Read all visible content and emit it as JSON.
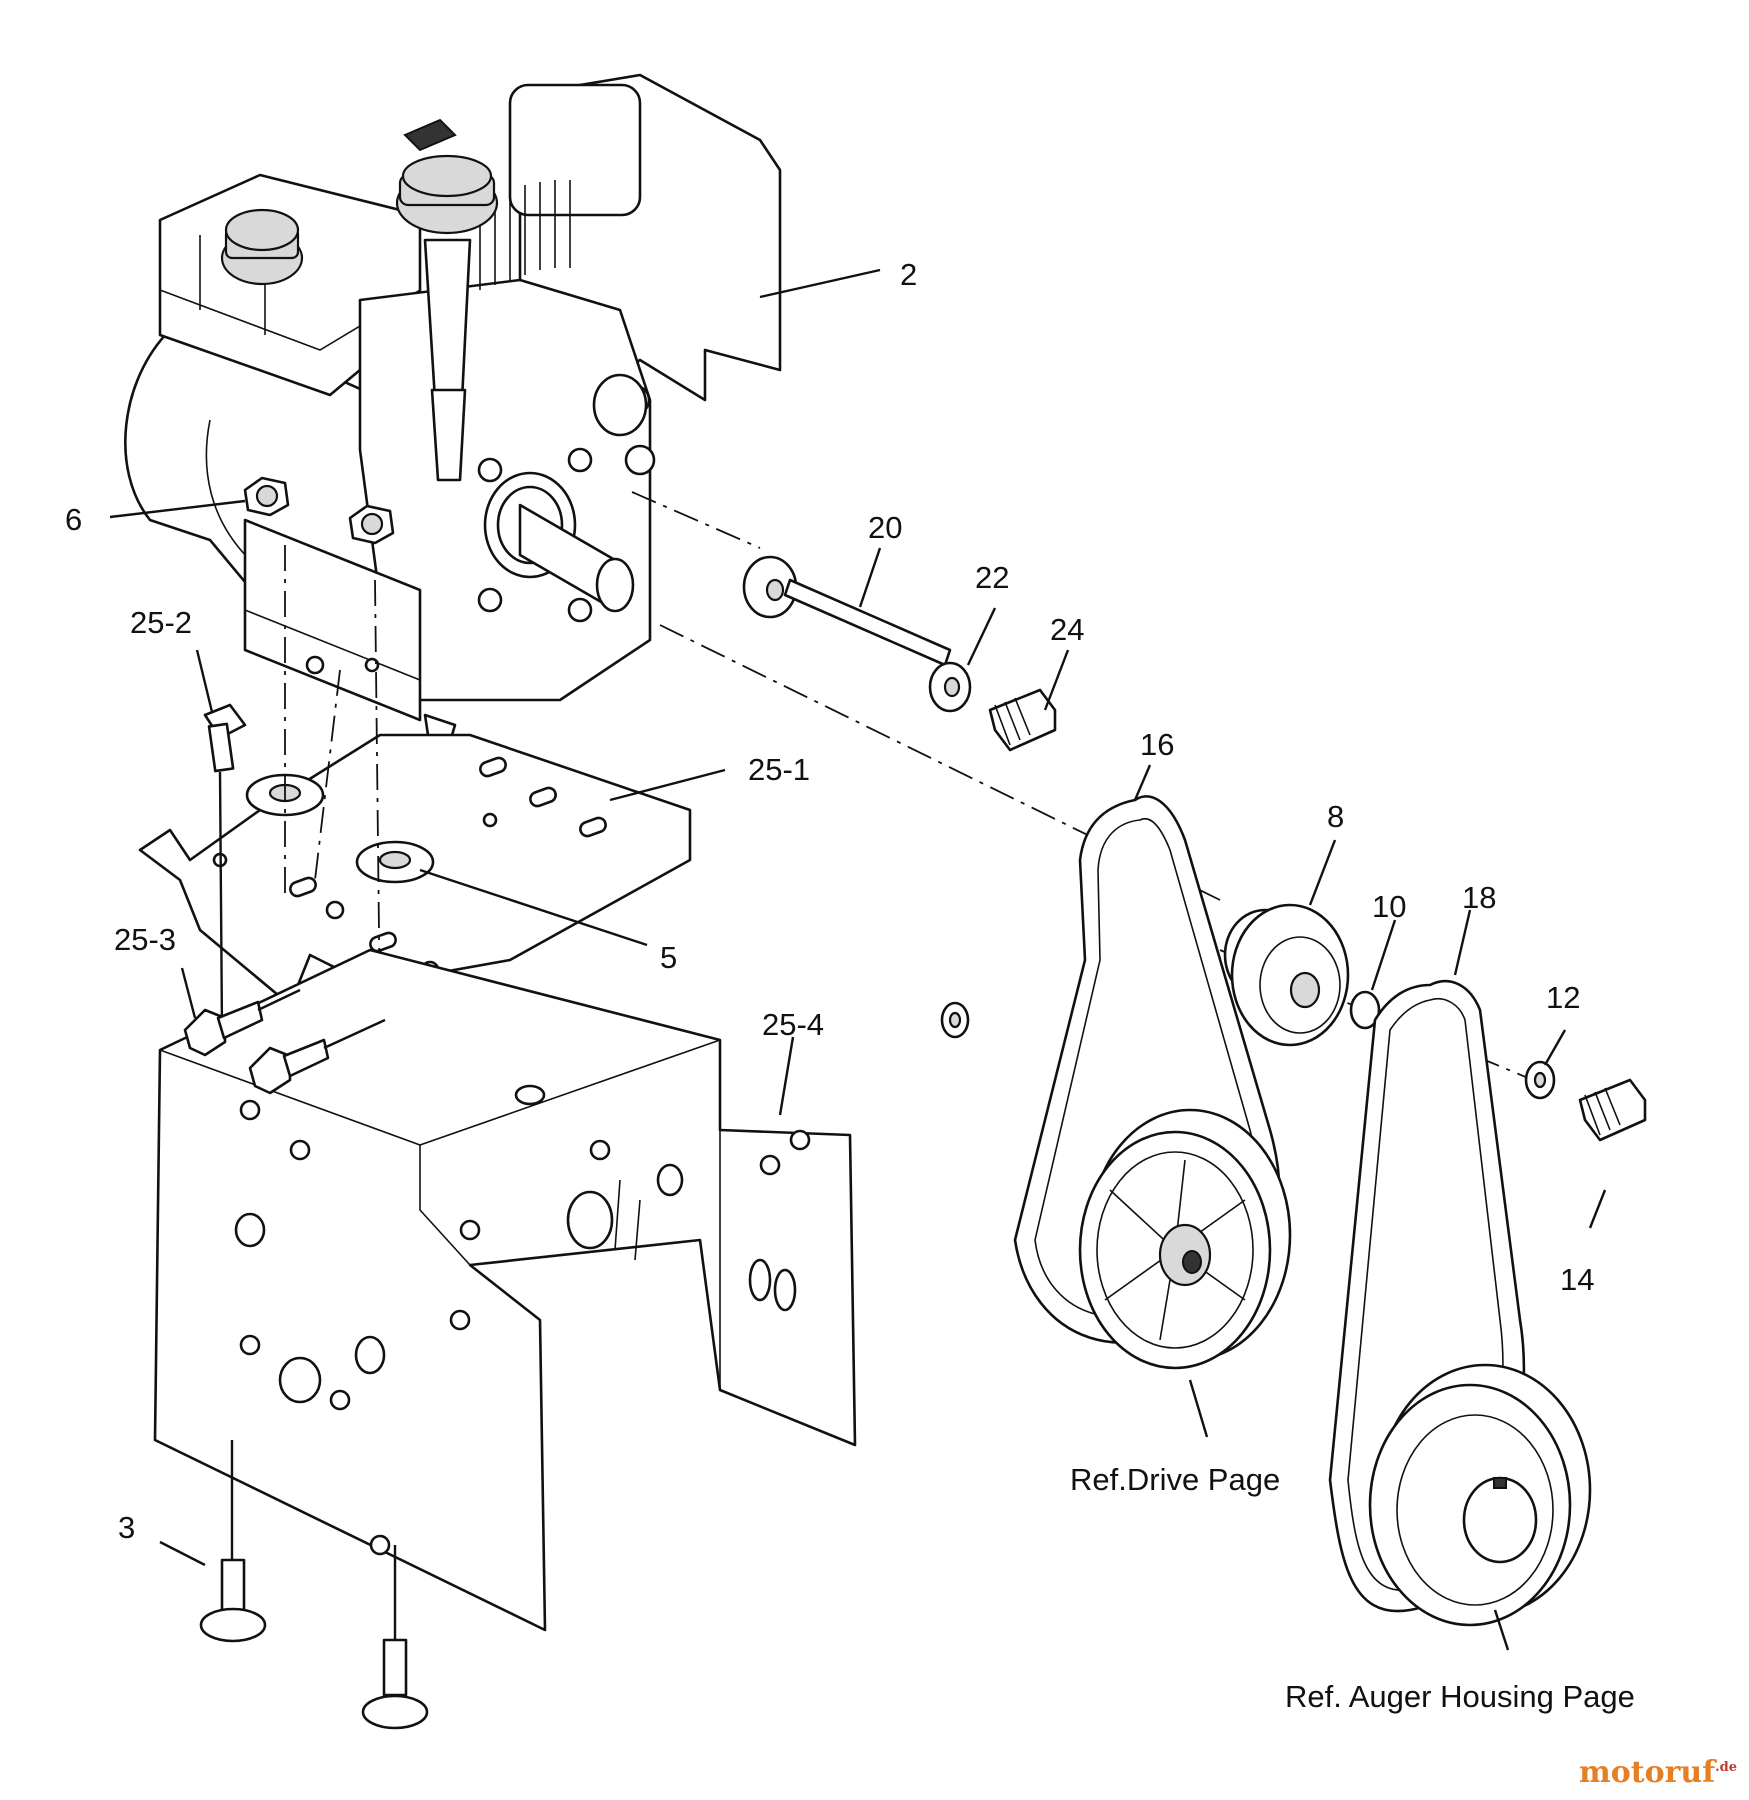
{
  "diagram": {
    "callouts": [
      "2",
      "6",
      "20",
      "22",
      "24",
      "25-2",
      "25-1",
      "16",
      "8",
      "10",
      "18",
      "12",
      "5",
      "25-3",
      "25-4",
      "14",
      "3"
    ],
    "references": {
      "drive": "Ref.Drive Page",
      "auger": "Ref. Auger Housing Page"
    }
  },
  "watermark": {
    "text": "motoruf",
    "suffix": ".de"
  }
}
